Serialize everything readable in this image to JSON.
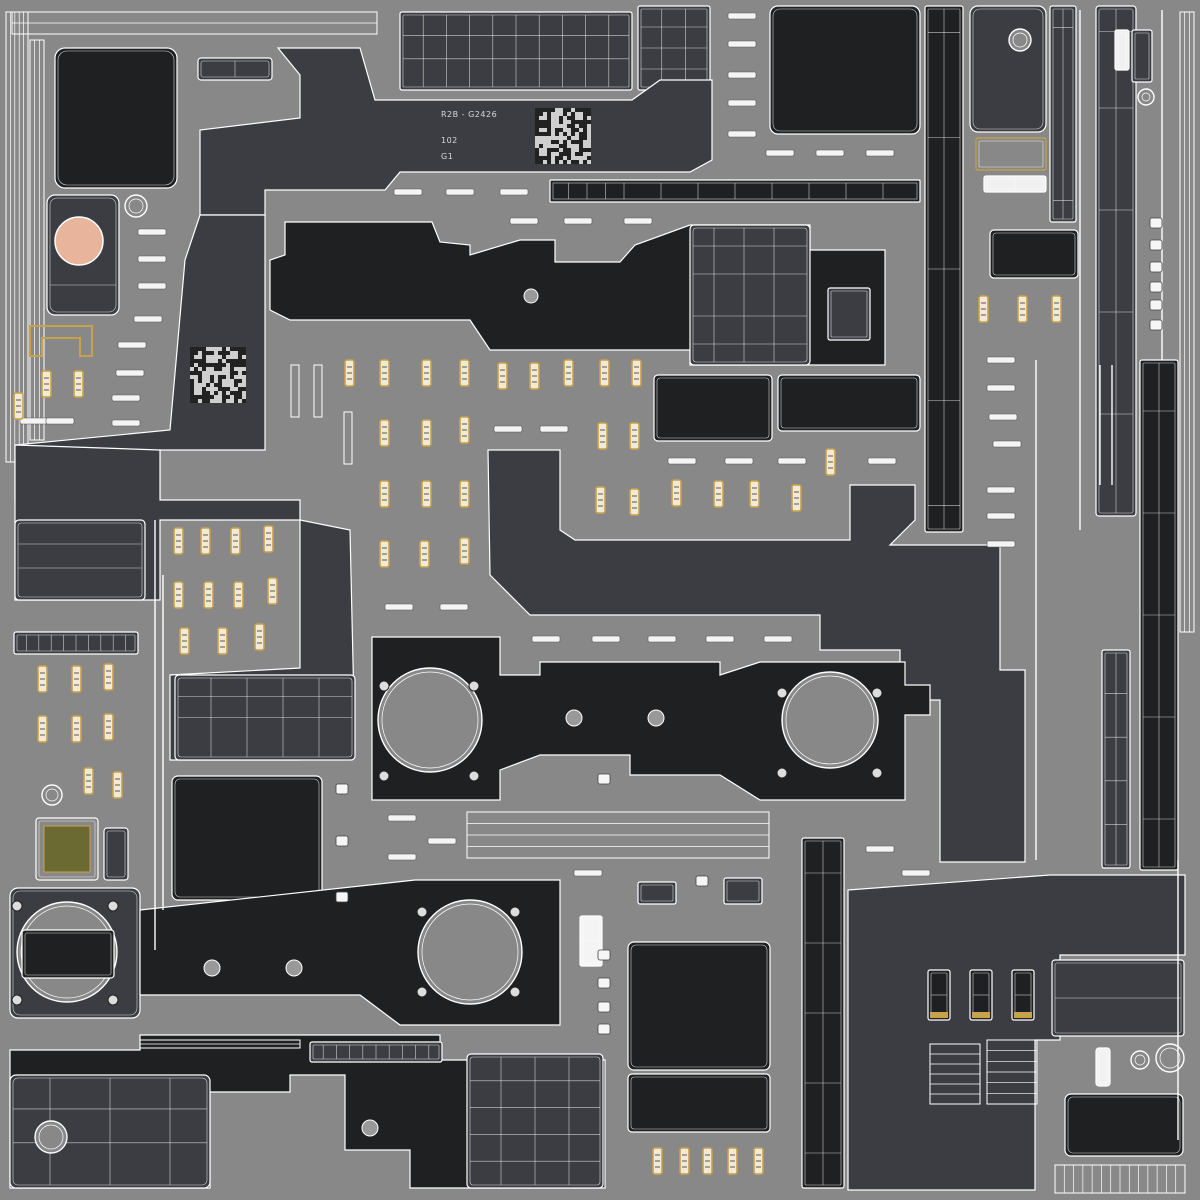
{
  "texture_labels": {
    "part_id": "R2B - G2426",
    "panel_code": "102",
    "group_code": "G1"
  },
  "palette": {
    "background": "#888888",
    "panel_dark": "#3b3d42",
    "panel_black": "#1f2021",
    "wire": "#ffffff",
    "accent_gold": "#c8a24a",
    "skin": "#e8b49c",
    "olive": "#6b6a32"
  }
}
